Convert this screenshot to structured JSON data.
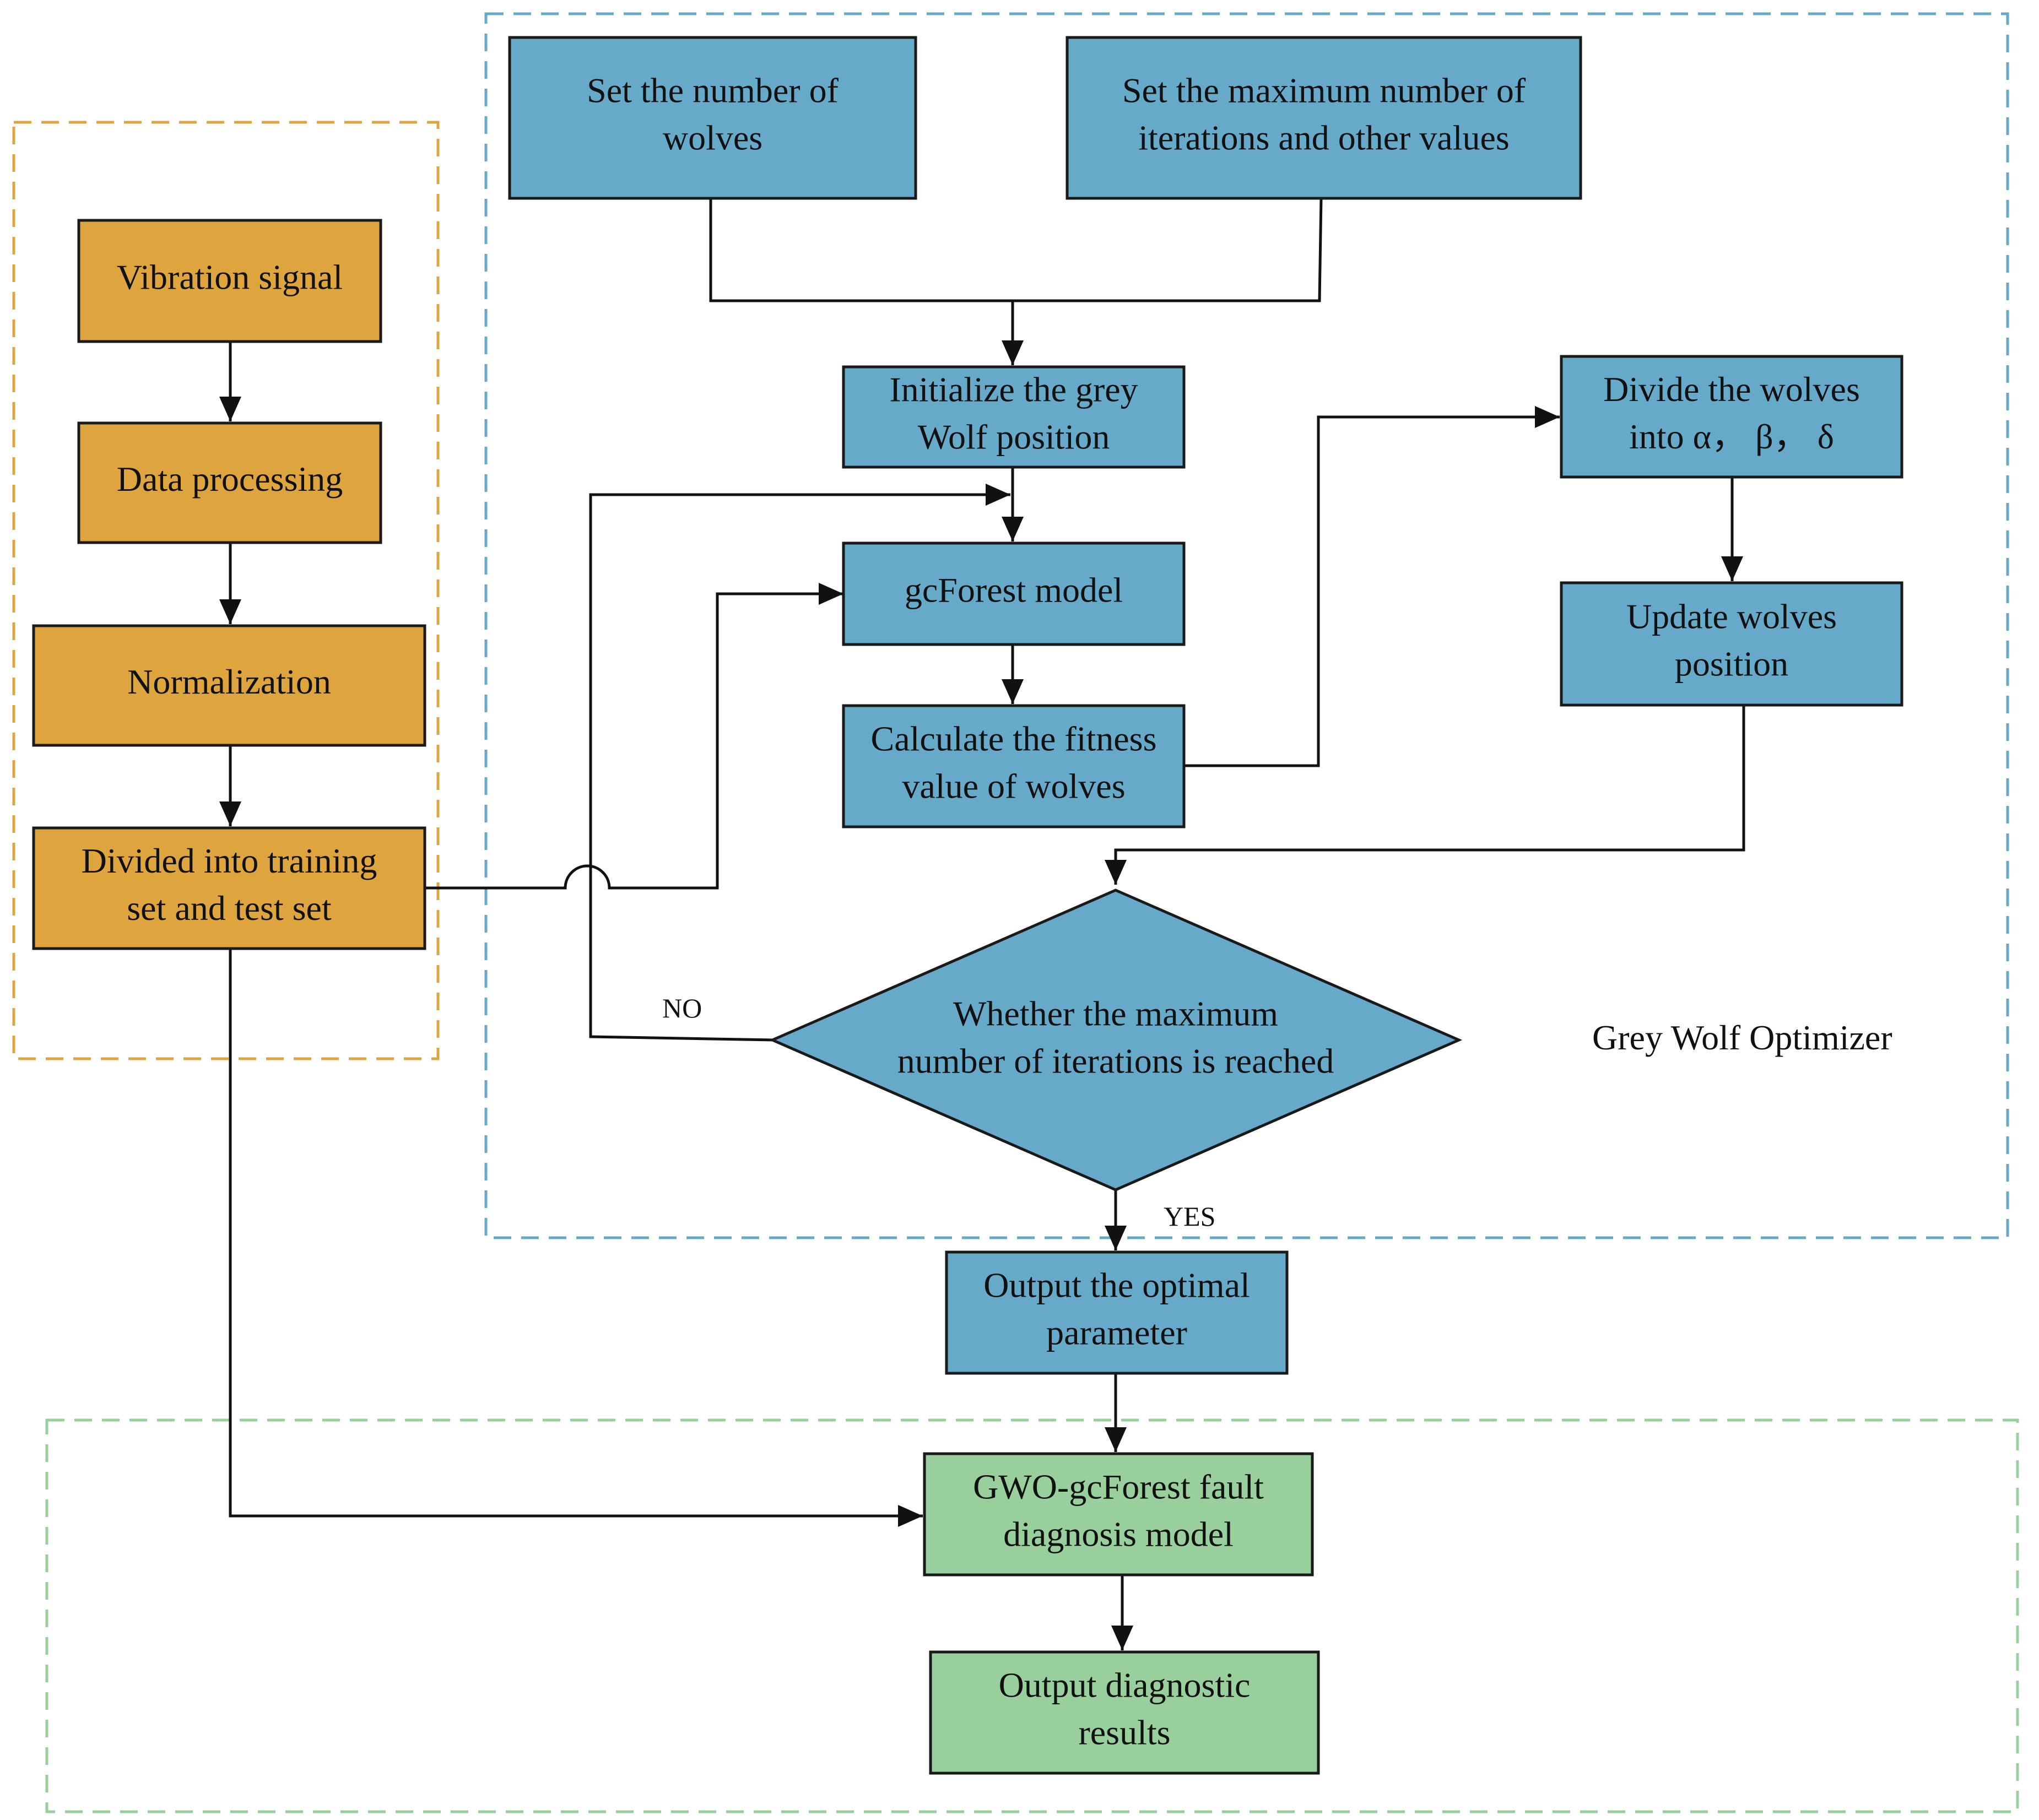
{
  "colors": {
    "preprocess_fill": "#DEA53F",
    "gwo_fill": "#67A9C8",
    "diagnosis_fill": "#99CF9D",
    "preprocess_region_stroke": "#DEA53F",
    "gwo_region_stroke": "#67A9C8",
    "diagnosis_region_stroke": "#99CF9D",
    "line": "#111111"
  },
  "regions": {
    "gwo": {
      "label": "Grey Wolf Optimizer"
    }
  },
  "nodes": {
    "vibration_signal": {
      "lines": [
        "Vibration signal"
      ]
    },
    "data_processing": {
      "lines": [
        "Data processing"
      ]
    },
    "normalization": {
      "lines": [
        "Normalization"
      ]
    },
    "divide_sets": {
      "lines": [
        "Divided into training",
        "set and test set"
      ]
    },
    "set_wolves": {
      "lines": [
        "Set the number of",
        "wolves"
      ]
    },
    "set_iterations": {
      "lines": [
        "Set the maximum number of",
        "iterations and other values"
      ]
    },
    "init_position": {
      "lines": [
        "Initialize the grey",
        "Wolf position"
      ]
    },
    "gcforest_model": {
      "lines": [
        "gcForest model"
      ]
    },
    "calc_fitness": {
      "lines": [
        "Calculate the fitness",
        "value of  wolves"
      ]
    },
    "divide_wolves": {
      "lines": [
        "Divide the wolves",
        "into α， β， δ"
      ]
    },
    "update_position": {
      "lines": [
        "Update  wolves",
        "position"
      ]
    },
    "max_iter_decision": {
      "lines": [
        "Whether the maximum",
        "number of iterations is reached"
      ]
    },
    "output_param": {
      "lines": [
        "Output the optimal",
        "parameter"
      ]
    },
    "gwo_gcforest": {
      "lines": [
        "GWO-gcForest fault",
        "diagnosis model"
      ]
    },
    "output_results": {
      "lines": [
        "Output diagnostic",
        "results"
      ]
    }
  },
  "edge_labels": {
    "no": "NO",
    "yes": "YES"
  }
}
